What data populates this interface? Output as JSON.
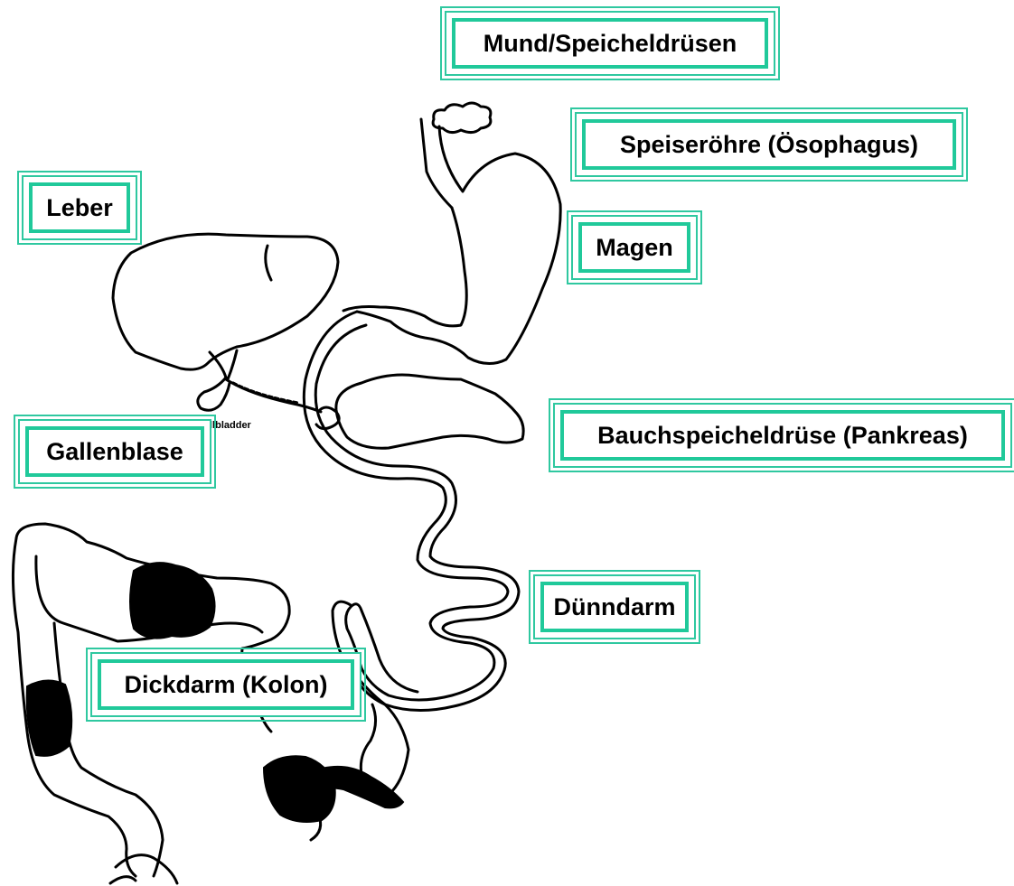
{
  "labels": {
    "mouth": "Mund/Speicheldrüsen",
    "esophagus": "Speiseröhre (Ösophagus)",
    "liver": "Leber",
    "stomach": "Magen",
    "gallbladder": "Gallenblase",
    "pancreas": "Bauchspeicheldrüse (Pankreas)",
    "small_intestine": "Dünndarm",
    "colon": "Dickdarm (Kolon)"
  },
  "underlying_text": {
    "gallbladder_partial": "llbladder"
  },
  "colors": {
    "label_border": "#20c99a",
    "outline": "#000000",
    "background": "#ffffff"
  }
}
